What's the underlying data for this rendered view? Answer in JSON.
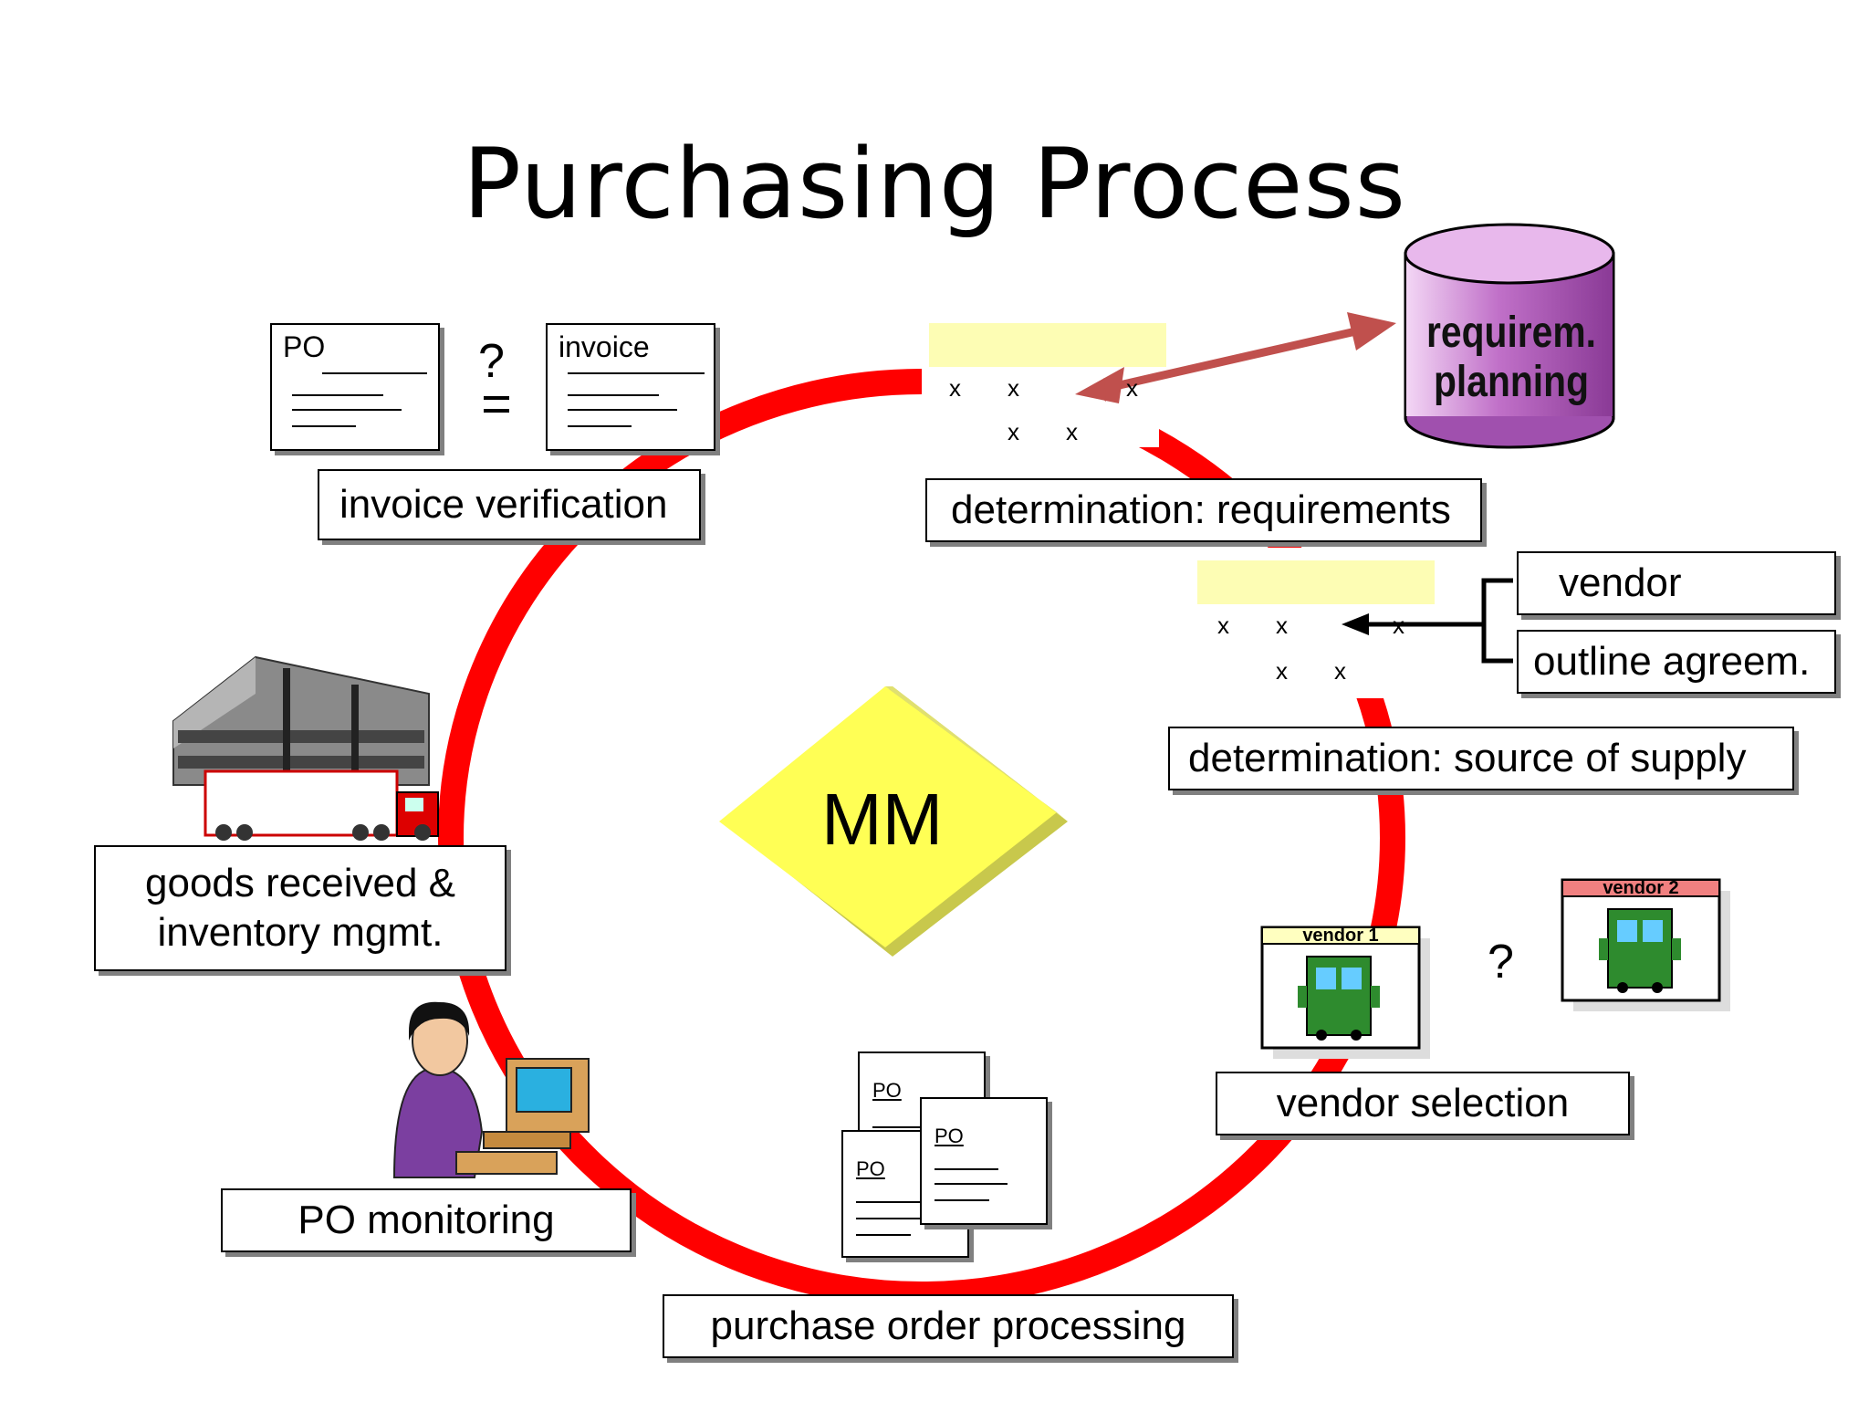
{
  "title": "Purchasing Process",
  "center_label": "MM",
  "steps": {
    "invoice_verification": "invoice verification",
    "determination_requirements": "determination: requirements",
    "determination_source": "determination: source of supply",
    "vendor_selection": "vendor selection",
    "purchase_order_processing": "purchase order processing",
    "po_monitoring": "PO monitoring",
    "goods_received_line1": "goods received &",
    "goods_received_line2": "inventory mgmt."
  },
  "invoice_docs": {
    "po": "PO",
    "invoice": "invoice",
    "question": "?"
  },
  "requirements_db": {
    "line1": "requirem.",
    "line2": "planning"
  },
  "source_options": {
    "vendor": "vendor",
    "outline": "outline agreem."
  },
  "vendors": {
    "vendor1": "vendor 1",
    "vendor2": "vendor 2",
    "question": "?"
  },
  "po_stack": {
    "doc1": "PO",
    "doc2": "PO",
    "doc3": "PO"
  },
  "x_mark": "x",
  "colors": {
    "cycle": "#ff0000",
    "diamond": "#ffff55",
    "cylinder": "#c070c8",
    "arrow": "#c0504d",
    "truck": "#2e8b2e"
  }
}
